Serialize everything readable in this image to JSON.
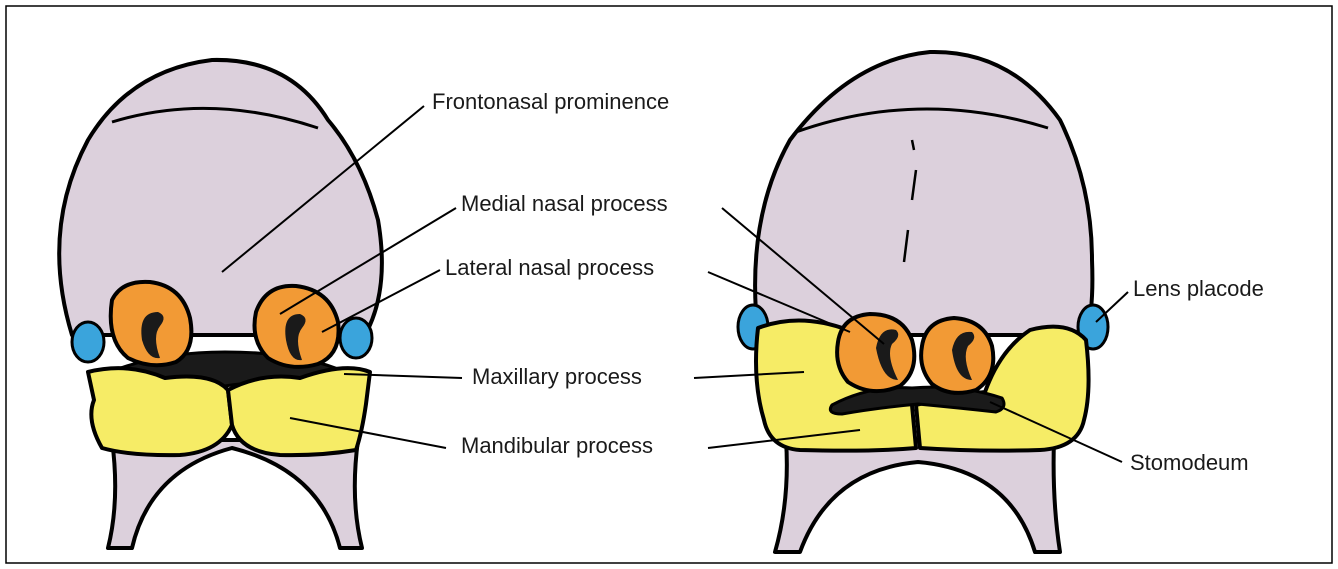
{
  "colors": {
    "head": "#dcd0dc",
    "nasal_process": "#f29a35",
    "maxillary_mandibular": "#f6ec66",
    "lens_placode": "#3aa4dc",
    "stomodeum": "#1a1a1a",
    "outline": "#000000"
  },
  "labels": {
    "frontonasal_prominence": "Frontonasal prominence",
    "medial_nasal_process": "Medial nasal process",
    "lateral_nasal_process": "Lateral nasal process",
    "maxillary_process": "Maxillary process",
    "mandibular_process": "Mandibular process",
    "lens_placode": "Lens placode",
    "stomodeum": "Stomodeum"
  }
}
